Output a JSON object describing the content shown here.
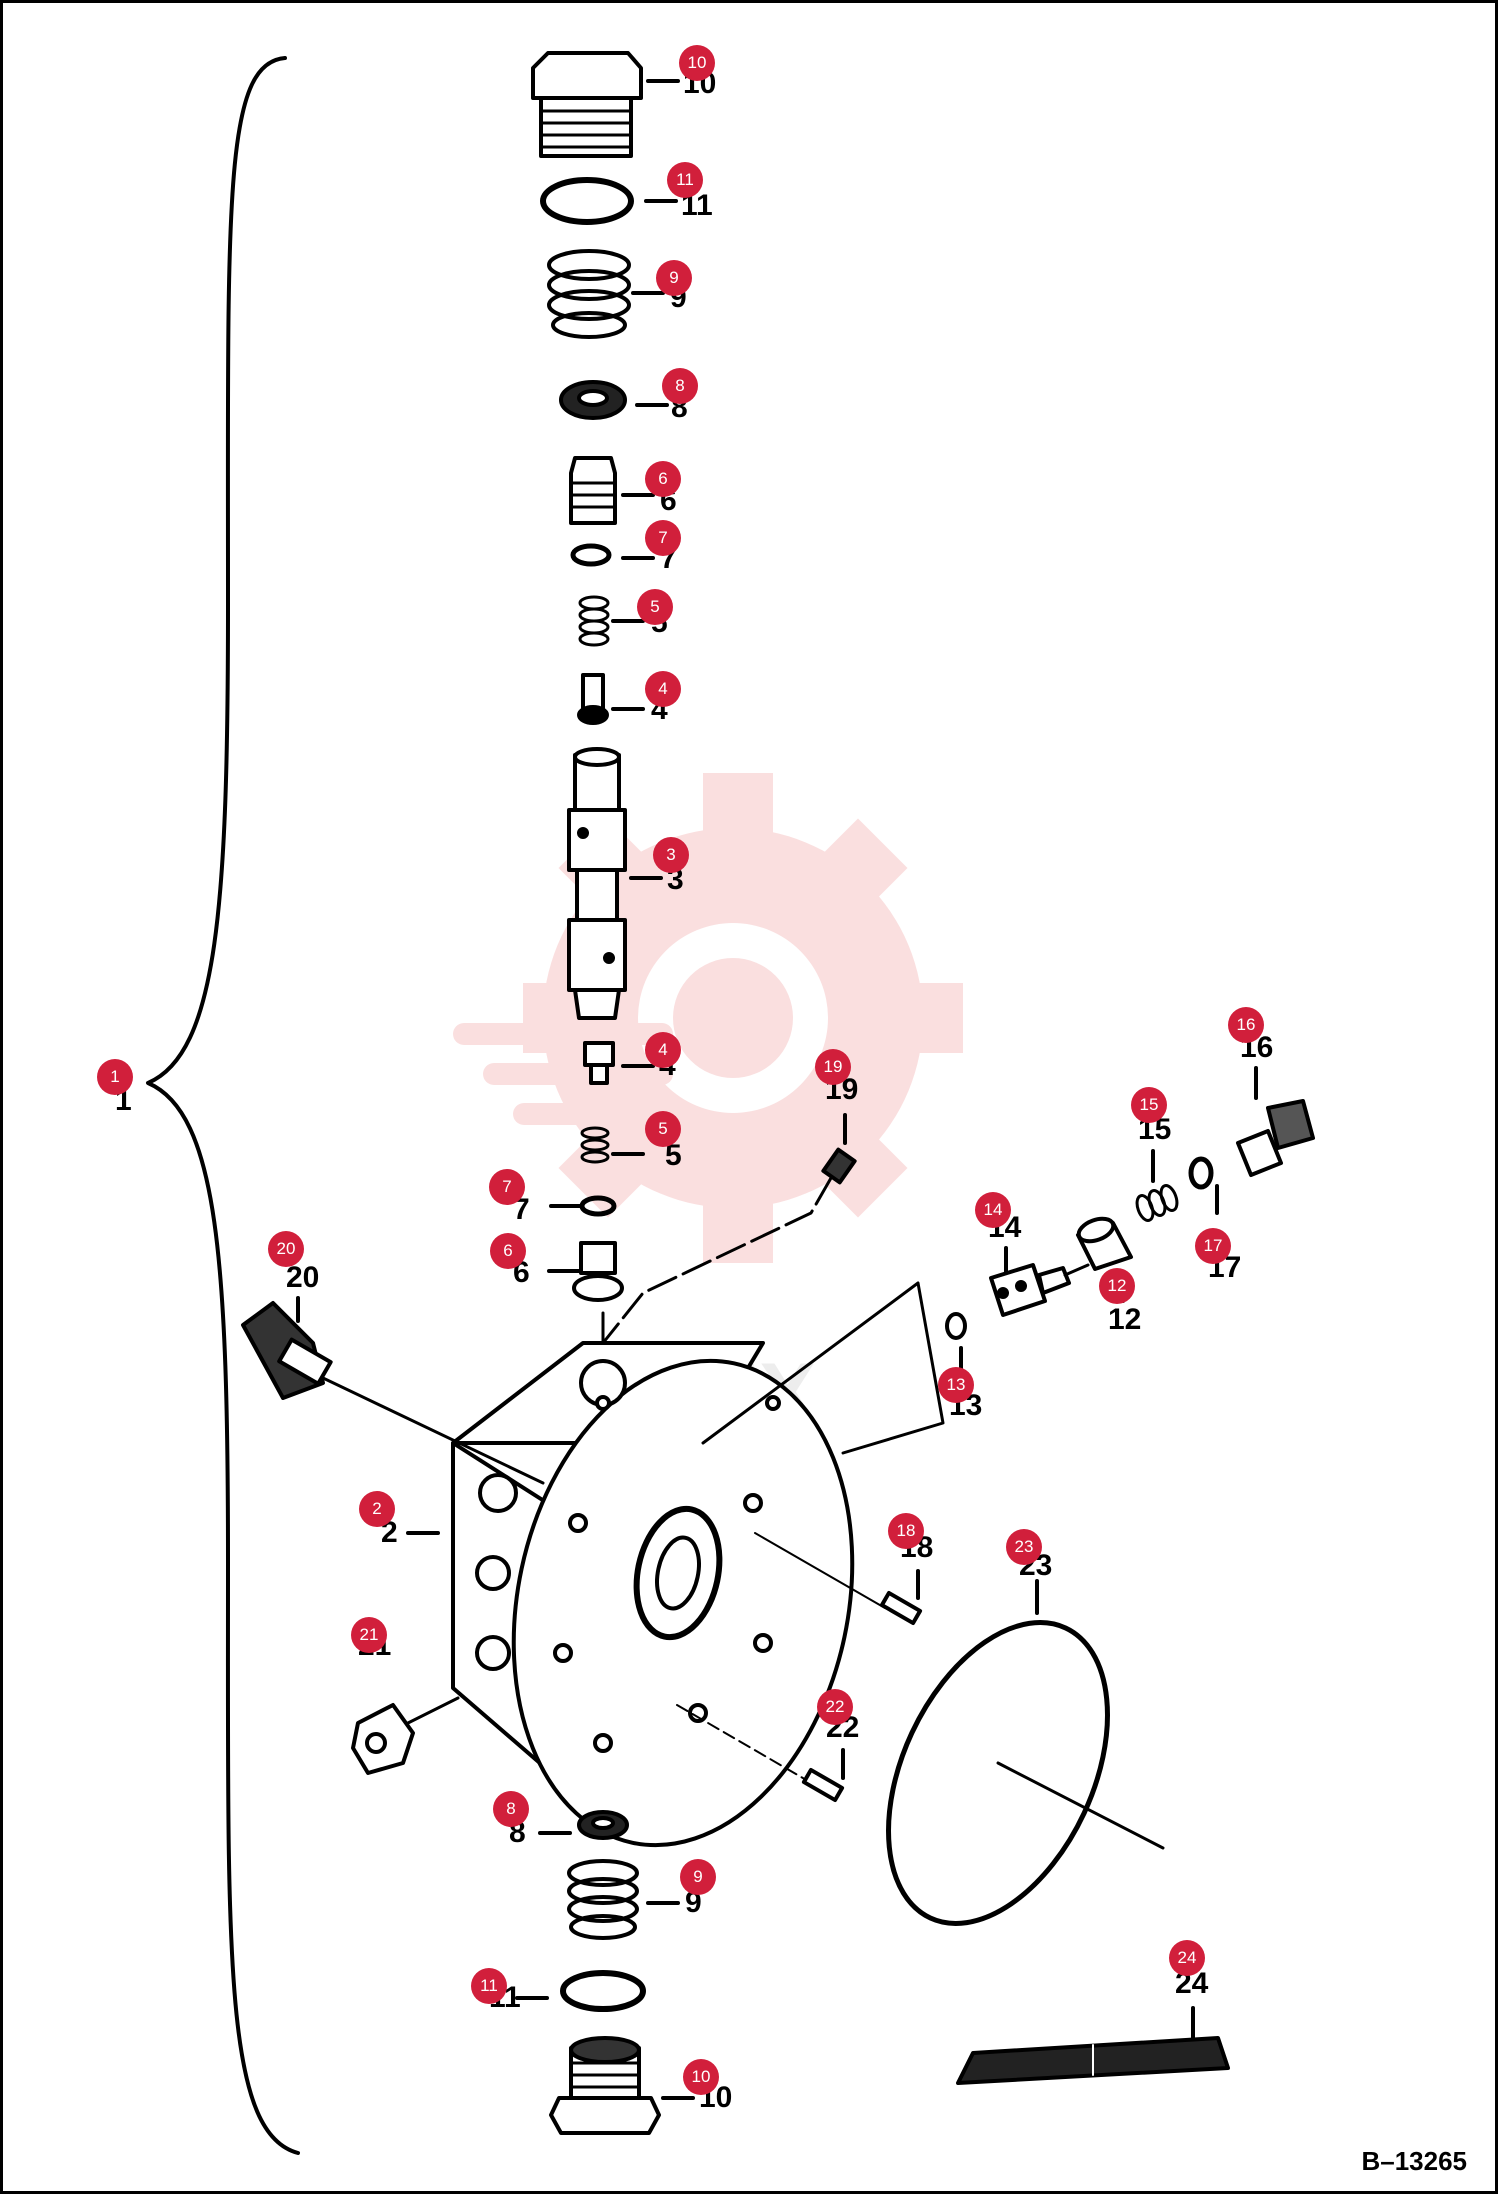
{
  "drawing_number": "B–13265",
  "watermark_text": "HITEX",
  "colors": {
    "callout": "#d11f3b",
    "line": "#000000",
    "watermark": "#f2a7a7"
  },
  "callouts": [
    {
      "id": "c10a",
      "num": "10",
      "label": "10"
    },
    {
      "id": "c11a",
      "num": "11",
      "label": "11"
    },
    {
      "id": "c9a",
      "num": "9",
      "label": "9"
    },
    {
      "id": "c8a",
      "num": "8",
      "label": "8"
    },
    {
      "id": "c6a",
      "num": "6",
      "label": "6"
    },
    {
      "id": "c7a",
      "num": "7",
      "label": "7"
    },
    {
      "id": "c5a",
      "num": "5",
      "label": "5"
    },
    {
      "id": "c4a",
      "num": "4",
      "label": "4"
    },
    {
      "id": "c3",
      "num": "3",
      "label": "3"
    },
    {
      "id": "c4b",
      "num": "4",
      "label": "4"
    },
    {
      "id": "c5b",
      "num": "5",
      "label": "5"
    },
    {
      "id": "c19",
      "num": "19",
      "label": "19"
    },
    {
      "id": "c7b",
      "num": "7",
      "label": "7"
    },
    {
      "id": "c6b",
      "num": "6",
      "label": "6"
    },
    {
      "id": "c1",
      "num": "1",
      "label": "1"
    },
    {
      "id": "c20",
      "num": "20",
      "label": "20"
    },
    {
      "id": "c16",
      "num": "16",
      "label": "16"
    },
    {
      "id": "c15",
      "num": "15",
      "label": "15"
    },
    {
      "id": "c14",
      "num": "14",
      "label": "14"
    },
    {
      "id": "c12",
      "num": "12",
      "label": "12"
    },
    {
      "id": "c17",
      "num": "17",
      "label": "17"
    },
    {
      "id": "c13",
      "num": "13",
      "label": "13"
    },
    {
      "id": "c2",
      "num": "2",
      "label": "2"
    },
    {
      "id": "c18",
      "num": "18",
      "label": "18"
    },
    {
      "id": "c23",
      "num": "23",
      "label": "23"
    },
    {
      "id": "c21",
      "num": "21",
      "label": "21"
    },
    {
      "id": "c22",
      "num": "22",
      "label": "22"
    },
    {
      "id": "c8b",
      "num": "8",
      "label": "8"
    },
    {
      "id": "c9b",
      "num": "9",
      "label": "9"
    },
    {
      "id": "c11b",
      "num": "11",
      "label": "11"
    },
    {
      "id": "c10b",
      "num": "10",
      "label": "10"
    },
    {
      "id": "c24",
      "num": "24",
      "label": "24"
    }
  ]
}
